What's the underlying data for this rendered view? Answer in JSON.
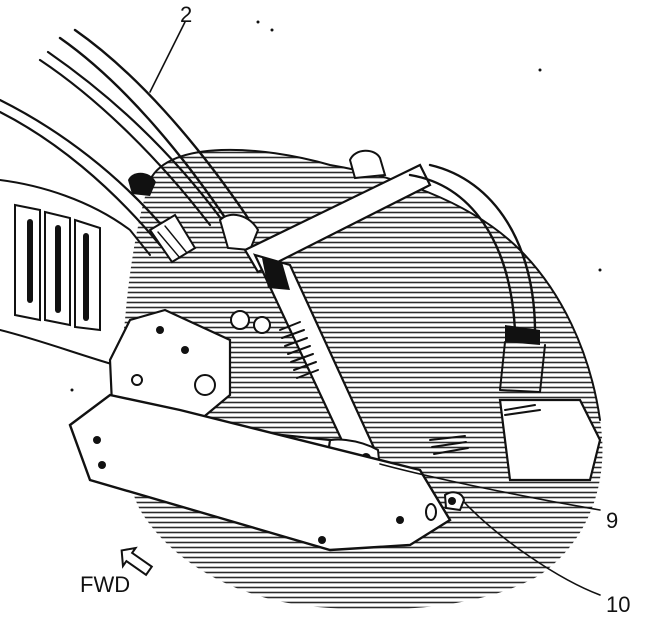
{
  "callouts": {
    "part_2": "2",
    "part_9": "9",
    "part_10": "10"
  },
  "direction_marker": {
    "text": "FWD",
    "icon": "forward-arrow-icon"
  },
  "colors": {
    "ink": "#111111",
    "paper": "#ffffff",
    "hatch": "#2a2a2a"
  }
}
